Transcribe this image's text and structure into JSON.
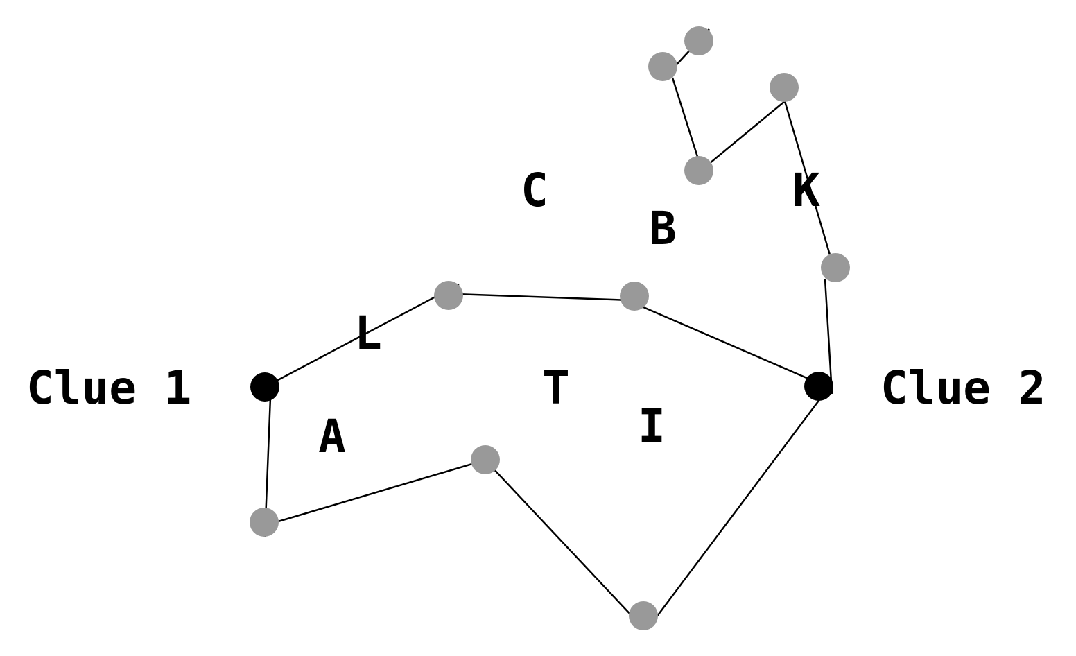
{
  "clues": [
    {
      "id": "clue1",
      "label": "Clue 1"
    },
    {
      "id": "clue2",
      "label": "Clue 2"
    }
  ],
  "letters": [
    "C",
    "B",
    "K",
    "L",
    "T",
    "A",
    "I"
  ],
  "colors": {
    "clue_node": "#000000",
    "waypoint_node": "#999999",
    "edge": "#000000",
    "text": "#000000"
  }
}
